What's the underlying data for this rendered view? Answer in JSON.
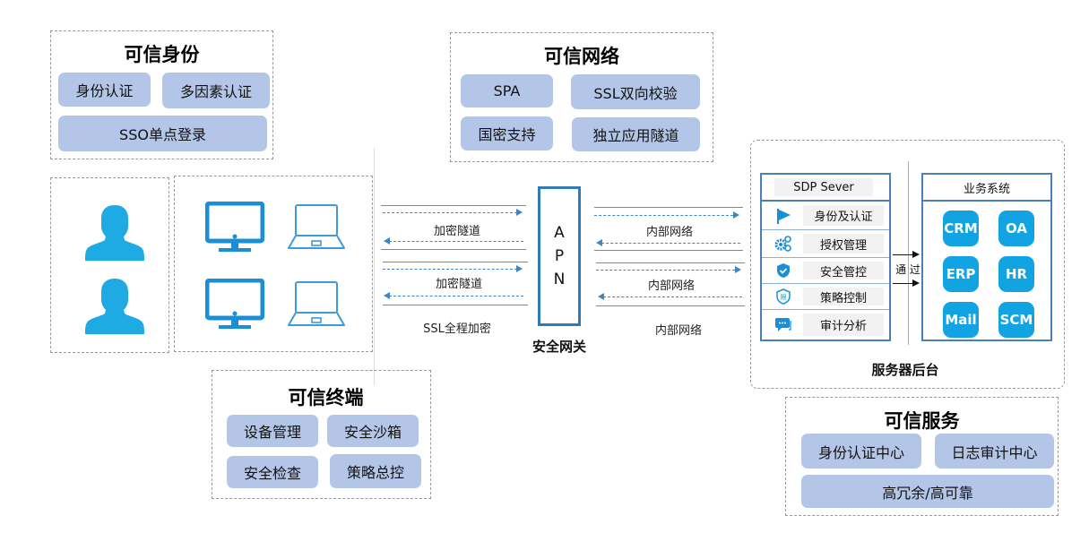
{
  "trusted_identity": {
    "title": "可信身份",
    "items": [
      "身份认证",
      "多因素认证",
      "SSO单点登录"
    ]
  },
  "trusted_network": {
    "title": "可信网络",
    "items": [
      "SPA",
      "SSL双向校验",
      "国密支持",
      "独立应用隧道"
    ]
  },
  "trusted_terminal": {
    "title": "可信终端",
    "items": [
      "设备管理",
      "安全沙箱",
      "安全检查",
      "策略总控"
    ]
  },
  "trusted_service": {
    "title": "可信服务",
    "items": [
      "身份认证中心",
      "日志审计中心",
      "高冗余/高可靠"
    ]
  },
  "clients": {
    "users": [
      "user-icon",
      "user-icon"
    ],
    "devices": [
      "desktop-icon",
      "laptop-icon",
      "desktop-icon",
      "laptop-icon"
    ]
  },
  "left_channel": {
    "tunnel_labels": [
      "加密隧道",
      "加密隧道"
    ],
    "caption": "SSL全程加密"
  },
  "gateway": {
    "letters": [
      "A",
      "P",
      "N"
    ],
    "caption": "安全网关"
  },
  "right_channel": {
    "tunnel_labels": [
      "内部网络",
      "内部网络"
    ],
    "caption": "内部网络"
  },
  "server_backend": {
    "caption": "服务器后台",
    "sdp": {
      "title": "SDP Sever",
      "rows": [
        {
          "icon": "flag-icon",
          "label": "身份及认证"
        },
        {
          "icon": "gears-icon",
          "label": "授权管理"
        },
        {
          "icon": "shield-check-icon",
          "label": "安全管控"
        },
        {
          "icon": "shield-limit-icon",
          "label": "策略控制"
        },
        {
          "icon": "chat-icon",
          "label": "审计分析"
        }
      ]
    },
    "pass_label": "通 过",
    "business": {
      "title": "业务系统",
      "apps": [
        "CRM",
        "OA",
        "ERP",
        "HR",
        "Mail",
        "SCM"
      ]
    }
  },
  "colors": {
    "chip": "#b4c6e7",
    "icon_blue": "#12a3e3",
    "frame_blue": "#4a80b8",
    "dash_blue": "#3b86c4"
  }
}
